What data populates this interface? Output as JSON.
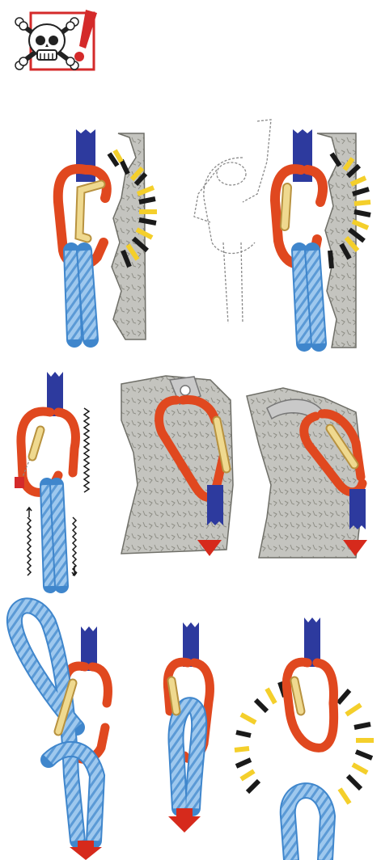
{
  "colors": {
    "warning_red": "#d42a2a",
    "carabiner_red": "#e0481f",
    "carabiner_dark": "#a8280f",
    "gate_cream": "#efd98f",
    "gate_outline": "#b8923f",
    "sling_blue": "#2d3a9e",
    "rope_blue": "#9ec8ee",
    "rope_stripe": "#3f86cc",
    "rock_grey": "#b9b9b4",
    "rock_dark": "#6f6f68",
    "burst_yellow": "#f4cf2b",
    "burst_black": "#1a1a1a",
    "arrow_red": "#d62a1c",
    "outline_grey": "#8a8a8a",
    "bolt_grey": "#c9c9c9"
  },
  "icons": {
    "warning": "skull-crossbones-warning-icon"
  },
  "rows": [
    {
      "panels": [
        "gate-pressed-against-rock",
        "gate-clear-after-repositioning"
      ]
    },
    {
      "panels": [
        "gate-vibration-opening",
        "carabiner-over-bolt-edge",
        "carabiner-levered-on-bolt"
      ]
    },
    {
      "panels": [
        "rope-loop-over-gate",
        "rope-forcing-gate",
        "rope-unclipped"
      ]
    }
  ]
}
